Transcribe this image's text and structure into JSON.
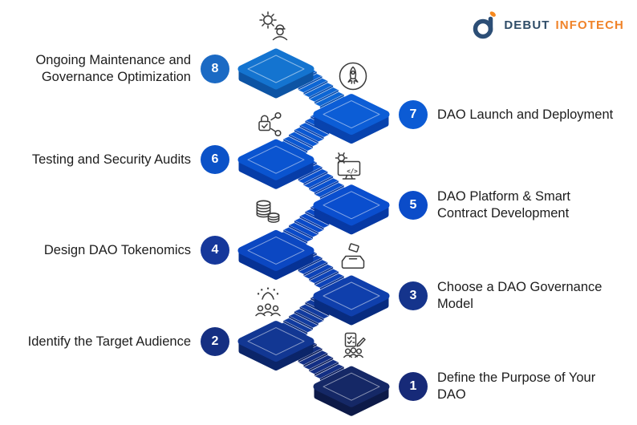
{
  "logo": {
    "alt": "Debut Infotech",
    "word1": "DEBUT",
    "word2": "INFOTECH",
    "word1_color": "#2F4D68",
    "word2_color": "#F08329",
    "mark_blue": "#2C4E76",
    "mark_orange": "#F6891F"
  },
  "diagram": {
    "icon_stroke": "#3A3A3A",
    "steps": [
      {
        "number": "1",
        "label": "Define the Purpose of Your\nDAO",
        "side": "right",
        "icon": "purpose-document",
        "badge_color": "#172A78",
        "platform_top": "#152866",
        "platform_side": "#0D1A48",
        "stair_tread": "#132F84",
        "stair_riser": "#0C1F5E"
      },
      {
        "number": "2",
        "label": "Identify the Target Audience",
        "side": "left",
        "icon": "audience",
        "badge_color": "#152F82",
        "platform_top": "#123793",
        "platform_side": "#0B2569",
        "stair_tread": "#113B9F",
        "stair_riser": "#0A2876"
      },
      {
        "number": "3",
        "label": "Choose a DAO Governance\nModel",
        "side": "right",
        "icon": "ballot-box",
        "badge_color": "#15348C",
        "platform_top": "#0F3FAC",
        "platform_side": "#082C80",
        "stair_tread": "#0D43B8",
        "stair_riser": "#072F8C"
      },
      {
        "number": "4",
        "label": "Design DAO Tokenomics",
        "side": "left",
        "icon": "coins",
        "badge_color": "#16389B",
        "platform_top": "#0B47C2",
        "platform_side": "#063295",
        "stair_tread": "#0A4AC8",
        "stair_riser": "#06359E"
      },
      {
        "number": "5",
        "label": "DAO Platform & Smart\nContract Development",
        "side": "right",
        "icon": "smart-contract",
        "badge_color": "#0B4CC9",
        "platform_top": "#0A4ECE",
        "platform_side": "#0739A4",
        "stair_tread": "#0A51CE",
        "stair_riser": "#073BA6"
      },
      {
        "number": "6",
        "label": "Testing and Security Audits",
        "side": "left",
        "icon": "security-lock",
        "badge_color": "#0B52C8",
        "platform_top": "#0A54D0",
        "platform_side": "#073DA8",
        "stair_tread": "#0B58D2",
        "stair_riser": "#0841AC"
      },
      {
        "number": "7",
        "label": "DAO Launch and Deployment",
        "side": "right",
        "icon": "rocket-launch",
        "badge_color": "#0C5BD4",
        "platform_top": "#0C5DD6",
        "platform_side": "#0843AE",
        "stair_tread": "#0D66D4",
        "stair_riser": "#0A4FB0"
      },
      {
        "number": "8",
        "label": "Ongoing Maintenance and\nGovernance Optimization",
        "side": "left",
        "icon": "maintenance-gear",
        "badge_color": "#1B6AC4",
        "platform_top": "#1474D0",
        "platform_side": "#0D54A4",
        "stair_tread": null,
        "stair_riser": null
      }
    ]
  }
}
